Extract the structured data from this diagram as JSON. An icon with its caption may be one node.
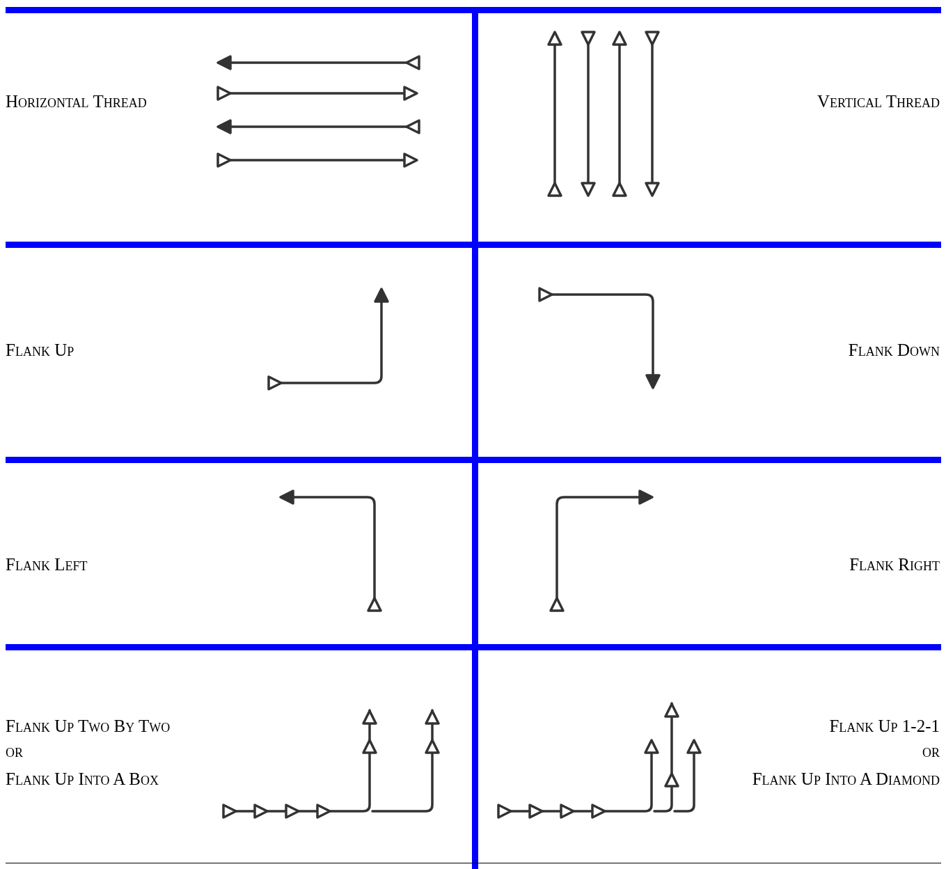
{
  "diagram": {
    "labels": [
      "Horizontal Thread",
      "Vertical Thread",
      "Flank Up",
      "Flank Down",
      "Flank Left",
      "Flank Right",
      "Flank Up Two By Two",
      "or",
      "Flank Up Into A Box",
      "Flank Up 1-2-1",
      "or",
      "Flank Up Into A Diamond"
    ]
  }
}
